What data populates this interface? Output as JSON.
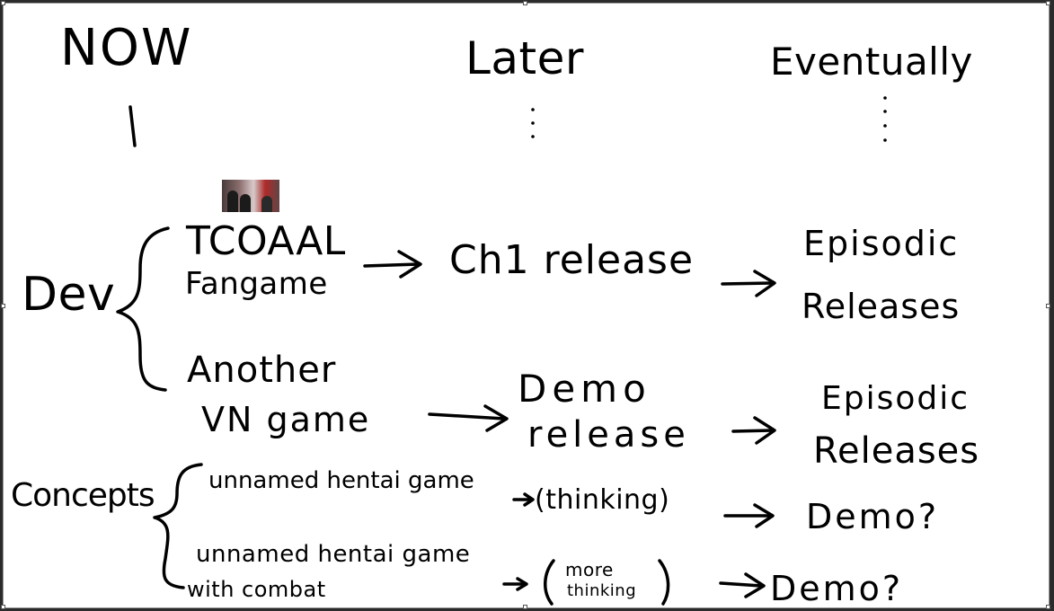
{
  "columns": {
    "now": "NOW",
    "later": "Later",
    "eventually": "Eventually"
  },
  "rows": {
    "dev_label": "Dev",
    "concepts_label": "Concepts"
  },
  "nodes": {
    "tcoaal_line1": "TCOAAL",
    "tcoaal_line2": "Fangame",
    "ch1_release": "Ch1 release",
    "episodic1_line1": "Episodic",
    "episodic1_line2": "Releases",
    "another_line1": "Another",
    "another_line2": "VN game",
    "demo_release_line1": "Demo",
    "demo_release_line2": "release",
    "episodic2_line1": "Episodic",
    "episodic2_line2": "Releases",
    "concept1": "unnamed hentai game",
    "concept1_stage": "(thinking)",
    "demo_q1": "Demo?",
    "concept2_line1": "unnamed hentai game",
    "concept2_line2": "with combat",
    "concept2_stage_line1": "more",
    "concept2_stage_line2": "thinking",
    "demo_q2": "Demo?"
  },
  "thumbnail": {
    "icon": "game-screenshot-thumbnail",
    "colors": [
      "#4a3a3a",
      "#d9c9c9",
      "#b02a2a"
    ]
  }
}
